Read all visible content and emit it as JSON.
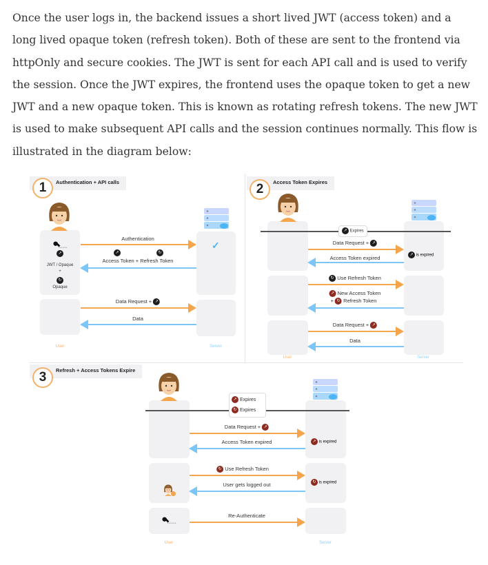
{
  "paragraph": "Once the user logs in, the backend issues a short lived JWT (access token) and a long lived opaque token (refresh token). Both of these are sent to the frontend via httpOnly and secure cookies. The JWT is sent for each API call and is used to verify the session. Once the JWT expires, the frontend uses the opaque token to get a new JWT and a new opaque token. This is known as rotating refresh tokens. The new JWT is used to make subsequent API calls and the session continues normally. This flow is illustrated in the diagram below:",
  "colors": {
    "request": "#f5a54c",
    "response": "#7cc6f7",
    "expired_token": "#8e2b20"
  },
  "panel1": {
    "num": "1",
    "title": "Authentication + API calls",
    "authentication": "Authentication",
    "access_token": "Access Token",
    "plus": "+",
    "refresh_token": "Refresh Token",
    "jwt_opaque": "JWT / Opaque",
    "opaque": "Opaque",
    "data_request": "Data Request +",
    "data": "Data",
    "user": "User",
    "server": "Server"
  },
  "panel2": {
    "num": "2",
    "title": "Access Token Expires",
    "expires": "Expires",
    "data_request": "Data Request +",
    "is_expired": "is expired",
    "access_token_expired": "Access Token expired",
    "use_refresh": "Use Refresh Token",
    "new_access": "New Access Token",
    "plus": "+",
    "refresh_token": "Refresh Token",
    "data_request2": "Data Request +",
    "data": "Data",
    "user": "User",
    "server": "Server"
  },
  "panel3": {
    "num": "3",
    "title": "Refresh + Access Tokens Expire",
    "expires1": "Expires",
    "expires2": "Expires",
    "data_request": "Data Request +",
    "access_token_expired": "Access Token expired",
    "is_expired1": "is expired",
    "use_refresh": "Use Refresh Token",
    "logged_out": "User gets logged out",
    "is_expired2": "is expired",
    "reauth": "Re-Authenticate",
    "user": "User",
    "server": "Server"
  }
}
